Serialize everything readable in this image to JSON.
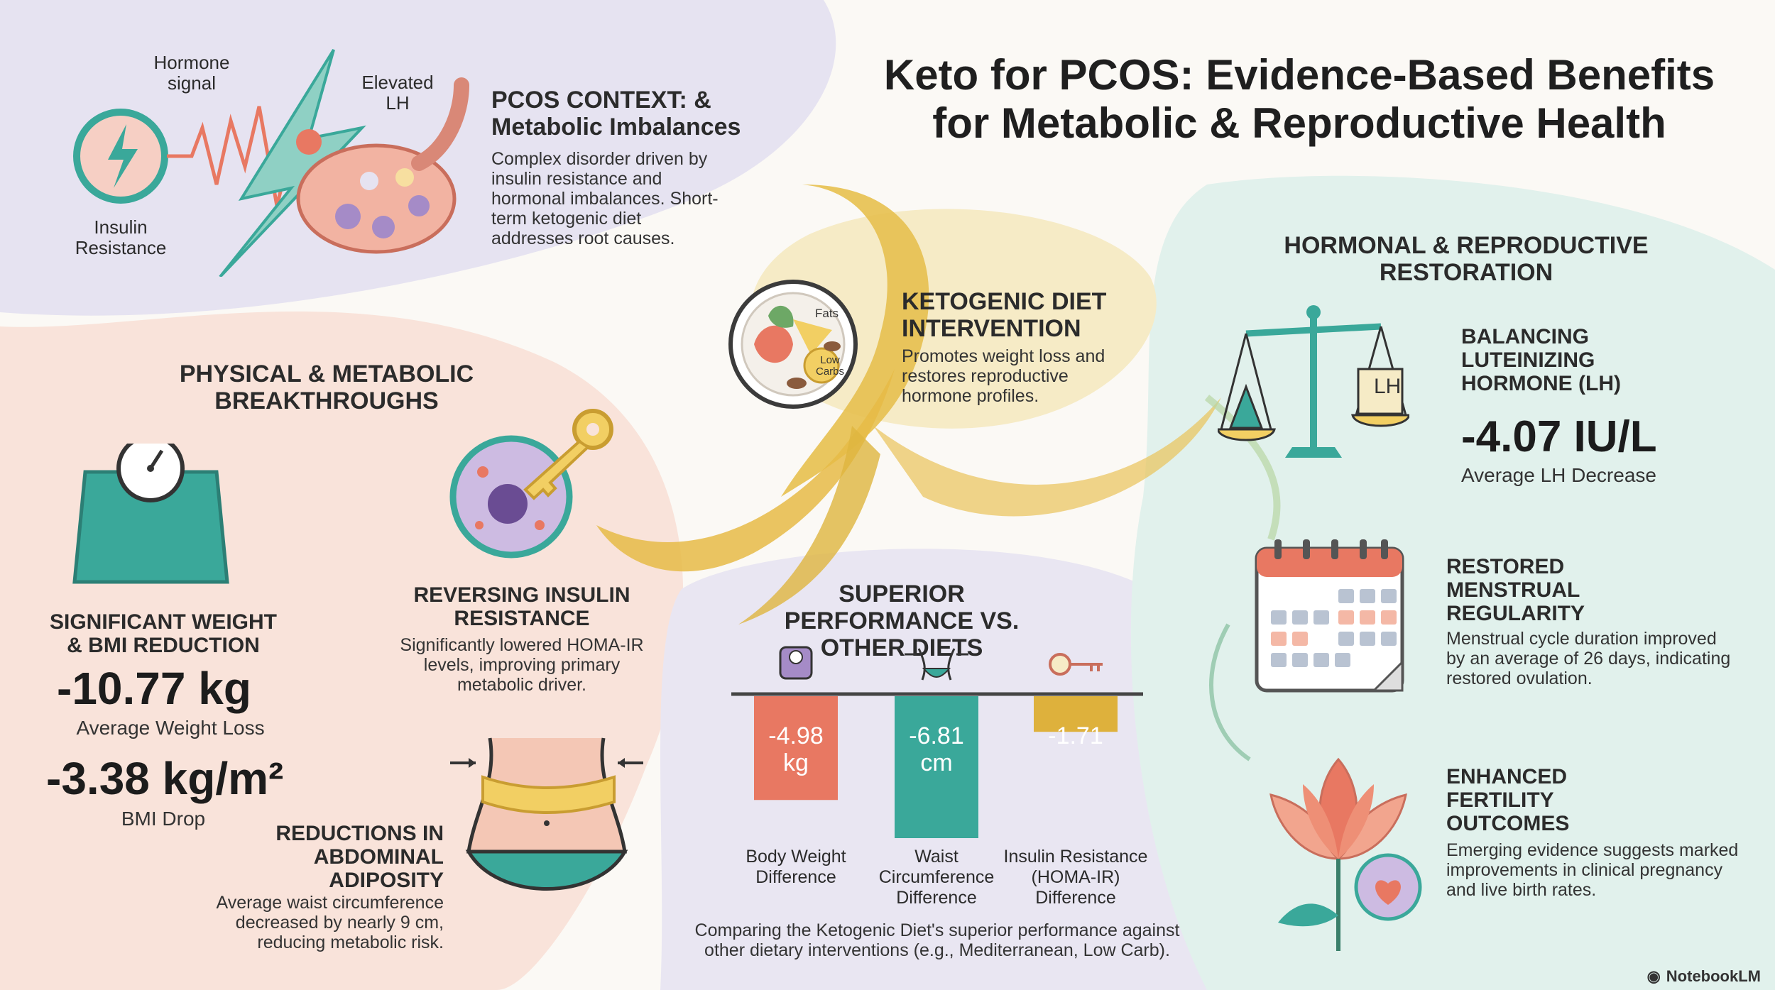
{
  "title": "Keto for PCOS: Evidence-Based Benefits for Metabolic & Reproductive Health",
  "context": {
    "heading": "PCOS CONTEXT: & Metabolic Imbalances",
    "body": "Complex disorder driven by insulin resistance and hormonal imbalances. Short-term ketogenic diet addresses root causes.",
    "label_hormone": "Hormone signal",
    "label_lh": "Elevated LH",
    "label_insulin": "Insulin Resistance"
  },
  "keto": {
    "heading": "KETOGENIC DIET INTERVENTION",
    "body": "Promotes weight loss and restores reproductive hormone profiles.",
    "plate_fats": "Fats",
    "plate_lowcarbs": "Low Carbs"
  },
  "physical": {
    "heading": "PHYSICAL & METABOLIC BREAKTHROUGHS",
    "weight_heading": "SIGNIFICANT WEIGHT & BMI REDUCTION",
    "weight_value": "-10.77 kg",
    "weight_caption": "Average Weight Loss",
    "bmi_value": "-3.38 kg/m²",
    "bmi_caption": "BMI Drop",
    "insulin_heading": "REVERSING INSULIN RESISTANCE",
    "insulin_body": "Significantly lowered HOMA-IR levels, improving primary metabolic driver.",
    "abdominal_heading": "REDUCTIONS IN ABDOMINAL ADIPOSITY",
    "abdominal_body": "Average waist circumference decreased by nearly 9 cm, reducing metabolic risk."
  },
  "superior": {
    "heading": "SUPERIOR PERFORMANCE VS. OTHER DIETS",
    "footnote": "Comparing the Ketogenic Diet's superior performance against other dietary interventions (e.g., Mediterranean, Low Carb)."
  },
  "chart_data": {
    "type": "bar",
    "categories": [
      "Body Weight Difference",
      "Waist Circumference Difference",
      "Insulin Resistance (HOMA-IR) Difference"
    ],
    "values": [
      -4.98,
      -6.81,
      -1.71
    ],
    "value_labels": [
      "-4.98 kg",
      "-6.81 cm",
      "-1.71"
    ],
    "colors": [
      "#e87862",
      "#3aa89a",
      "#deb13c"
    ],
    "icons": [
      "scale-icon",
      "waist-icon",
      "key-icon"
    ]
  },
  "hormonal": {
    "heading": "HORMONAL & REPRODUCTIVE RESTORATION",
    "lh_heading": "BALANCING LUTEINIZING HORMONE (LH)",
    "lh_value": "-4.07 IU/L",
    "lh_caption": "Average LH Decrease",
    "scale_label": "LH",
    "menstrual_heading": "RESTORED MENSTRUAL REGULARITY",
    "menstrual_body": "Menstrual cycle duration improved by an average of 26 days, indicating restored ovulation.",
    "fertility_heading": "ENHANCED FERTILITY OUTCOMES",
    "fertility_body": "Emerging evidence suggests marked improvements in clinical pregnancy and live birth rates."
  },
  "brand": "NotebookLM",
  "colors": {
    "teal": "#3aa89a",
    "coral": "#e87862",
    "gold": "#deb13c",
    "lavender": "#e6e3f1",
    "peach": "#f9e3da",
    "mint": "#e1f1ec"
  }
}
